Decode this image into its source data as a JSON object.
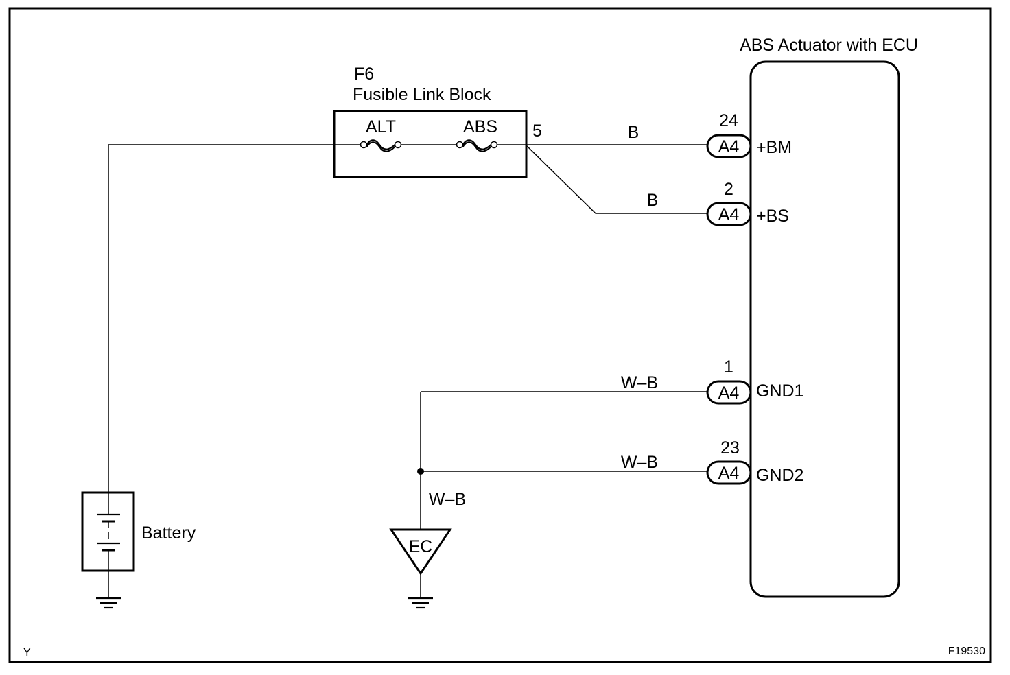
{
  "diagram": {
    "figure_code": "F19530",
    "corner_mark": "Y",
    "ecu": {
      "title": "ABS Actuator with ECU",
      "pins": [
        {
          "pin": "24",
          "connector": "A4",
          "terminal": "+BM",
          "wire_color": "B"
        },
        {
          "pin": "2",
          "connector": "A4",
          "terminal": "+BS",
          "wire_color": "B"
        },
        {
          "pin": "1",
          "connector": "A4",
          "terminal": "GND1",
          "wire_color": "W–B"
        },
        {
          "pin": "23",
          "connector": "A4",
          "terminal": "GND2",
          "wire_color": "W–B"
        }
      ]
    },
    "fusible_link_block": {
      "id": "F6",
      "name": "Fusible Link Block",
      "fuses": [
        "ALT",
        "ABS"
      ],
      "output_terminal": "5"
    },
    "battery": {
      "label": "Battery"
    },
    "ground_point": {
      "label": "EC",
      "wire_color": "W–B"
    }
  }
}
